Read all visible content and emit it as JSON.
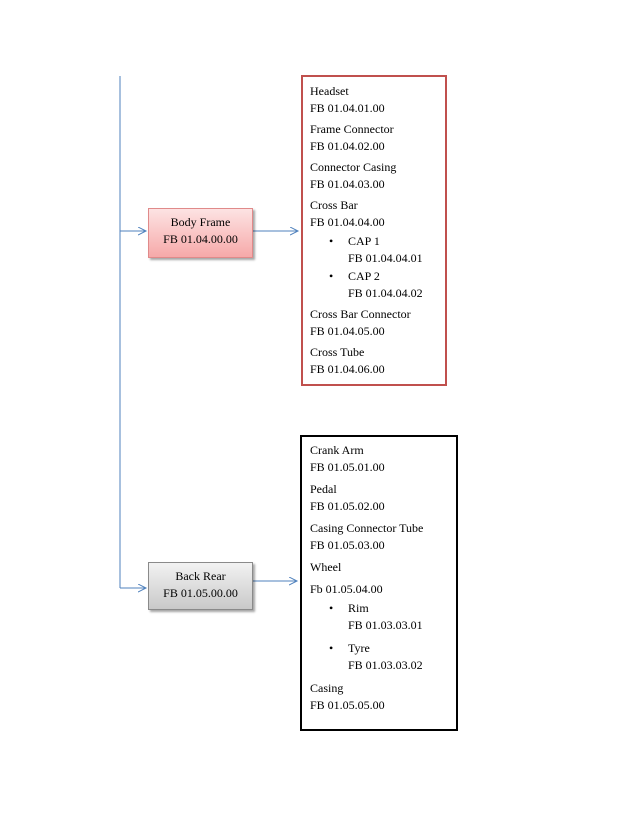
{
  "nodes": {
    "body_frame": {
      "label": "Body Frame",
      "code": "FB 01.04.00.00"
    },
    "back_rear": {
      "label": "Back Rear",
      "code": "FB 01.05.00.00"
    }
  },
  "body_frame_parts": {
    "headset": {
      "name": "Headset",
      "code": "FB 01.04.01.00"
    },
    "frame_connector": {
      "name": "Frame Connector",
      "code": "FB 01.04.02.00"
    },
    "connector_casing": {
      "name": "Connector Casing",
      "code": "FB 01.04.03.00"
    },
    "cross_bar": {
      "name": "Cross Bar",
      "code": "FB 01.04.04.00",
      "sub": [
        {
          "name": "CAP 1",
          "code": "FB 01.04.04.01"
        },
        {
          "name": "CAP 2",
          "code": "FB 01.04.04.02"
        }
      ]
    },
    "cross_bar_connector": {
      "name": "Cross Bar Connector",
      "code": "FB 01.04.05.00"
    },
    "cross_tube": {
      "name": "Cross Tube",
      "code": "FB 01.04.06.00"
    }
  },
  "back_rear_parts": {
    "crank_arm": {
      "name": "Crank Arm",
      "code": "FB 01.05.01.00"
    },
    "pedal": {
      "name": "Pedal",
      "code": "FB 01.05.02.00"
    },
    "casing_connector_tube": {
      "name": "Casing Connector Tube",
      "code": "FB 01.05.03.00"
    },
    "wheel": {
      "name": "Wheel",
      "code": "Fb 01.05.04.00",
      "sub": [
        {
          "name": "Rim",
          "code": "FB 01.03.03.01"
        },
        {
          "name": "Tyre",
          "code": "FB 01.03.03.02"
        }
      ]
    },
    "casing": {
      "name": "Casing",
      "code": "FB 01.05.05.00"
    }
  },
  "bullet_glyph": "•",
  "colors": {
    "connector": "#4f81bd",
    "body_frame_border": "#c0504d",
    "back_rear_border": "#000000"
  }
}
